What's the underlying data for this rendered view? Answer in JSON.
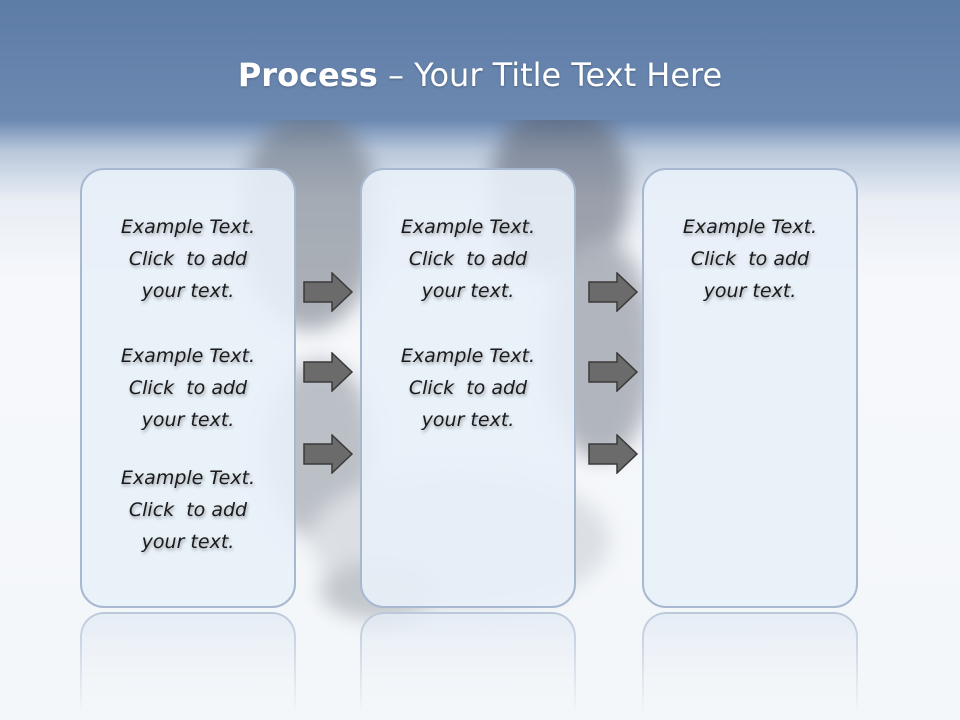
{
  "title": {
    "bold": "Process",
    "rest": " – Your Title Text Here"
  },
  "boxes": [
    {
      "items": [
        {
          "line1": "Example Text.",
          "line2": "Click  to add",
          "line3": "your text."
        },
        {
          "line1": "Example Text.",
          "line2": "Click  to add",
          "line3": "your text."
        },
        {
          "line1": "Example Text.",
          "line2": "Click  to add",
          "line3": "your text."
        }
      ]
    },
    {
      "items": [
        {
          "line1": "Example Text.",
          "line2": "Click  to add",
          "line3": "your text."
        },
        {
          "line1": "Example Text.",
          "line2": "Click  to add",
          "line3": "your text."
        }
      ]
    },
    {
      "items": [
        {
          "line1": "Example Text.",
          "line2": "Click  to add",
          "line3": "your text."
        }
      ]
    }
  ],
  "colors": {
    "header": "#5d7ca6",
    "box_fill": "#e8eff8",
    "box_border": "#a7b8d0",
    "arrow_fill": "#6b6b6b"
  },
  "icons": {
    "arrow": "right-arrow-icon"
  }
}
